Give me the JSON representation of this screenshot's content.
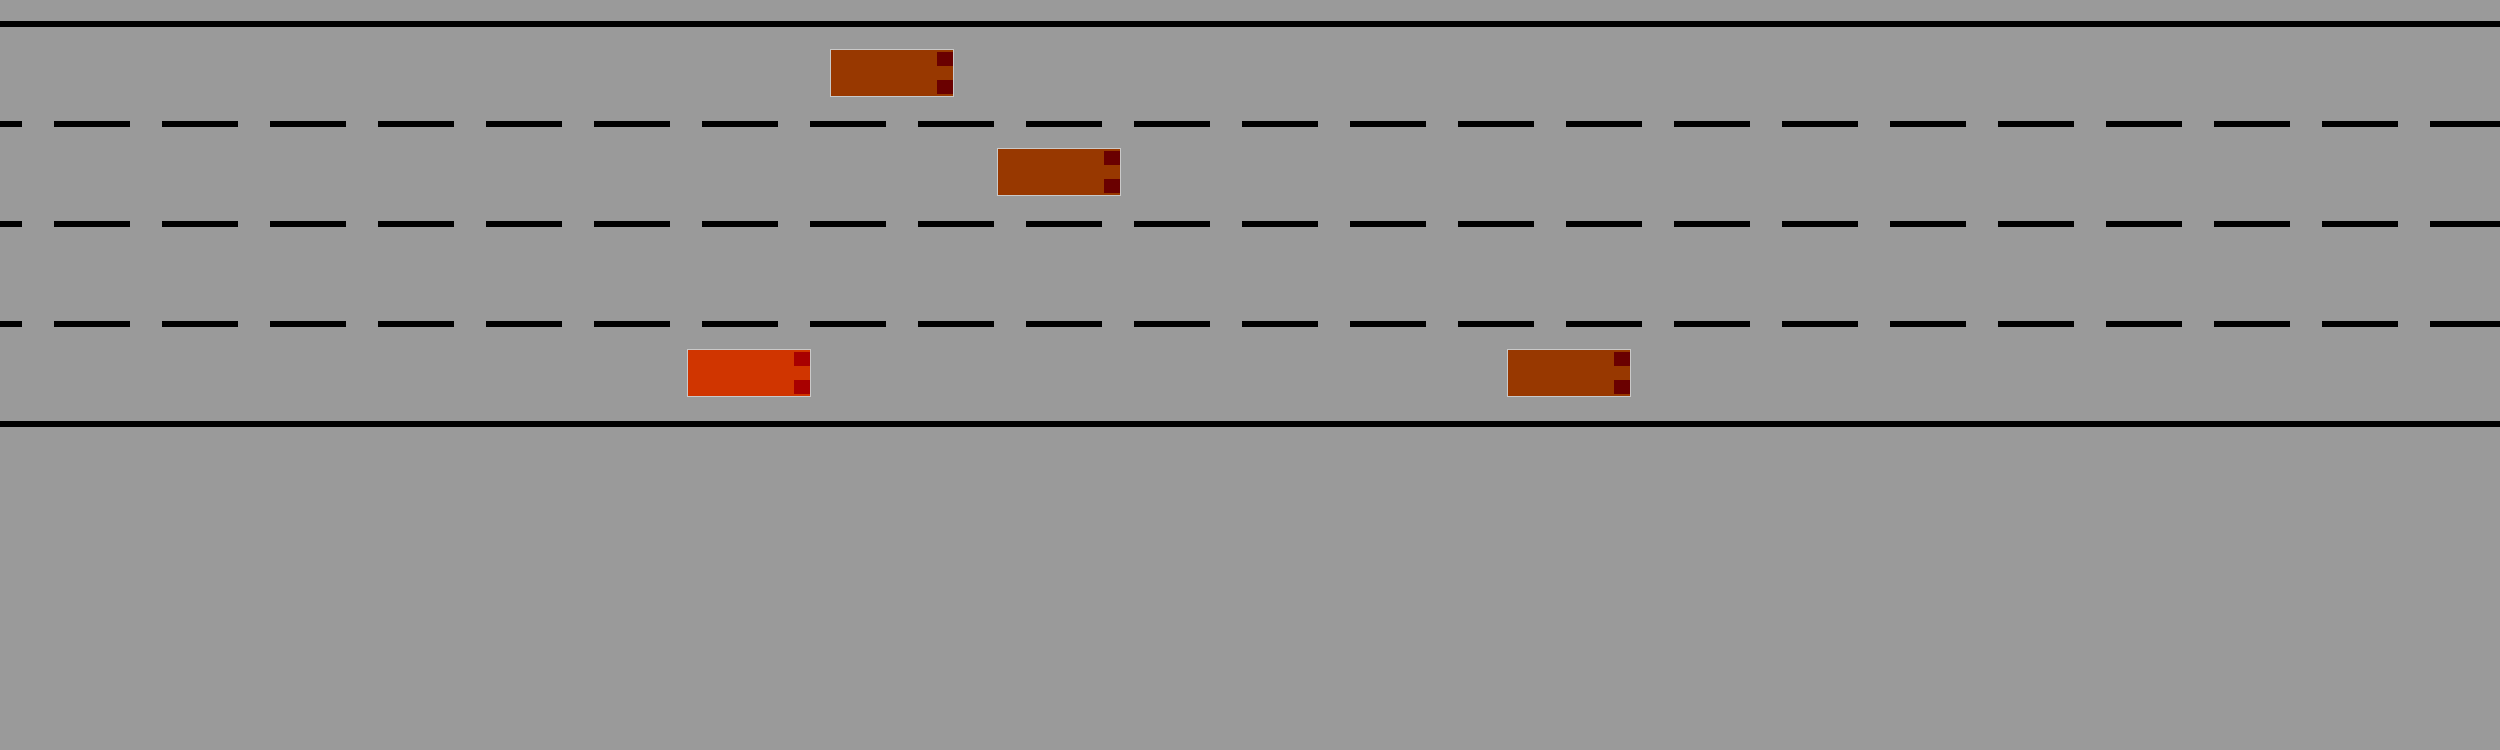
{
  "colors": {
    "road": "#9a9a9a",
    "lane_marking": "#000000",
    "ego_car_body": "#d03500",
    "ego_car_lights": "#a80000",
    "other_car_body": "#983800",
    "other_car_lights": "#6a0000"
  },
  "road": {
    "lanes": 4,
    "lane_markings": [
      "solid",
      "dashed",
      "dashed",
      "dashed",
      "solid"
    ]
  },
  "vehicles": [
    {
      "id": "car-1",
      "role": "other",
      "lane": 1
    },
    {
      "id": "car-2",
      "role": "other",
      "lane": 2
    },
    {
      "id": "ego",
      "role": "ego",
      "lane": 4
    },
    {
      "id": "car-3",
      "role": "other",
      "lane": 4
    }
  ]
}
